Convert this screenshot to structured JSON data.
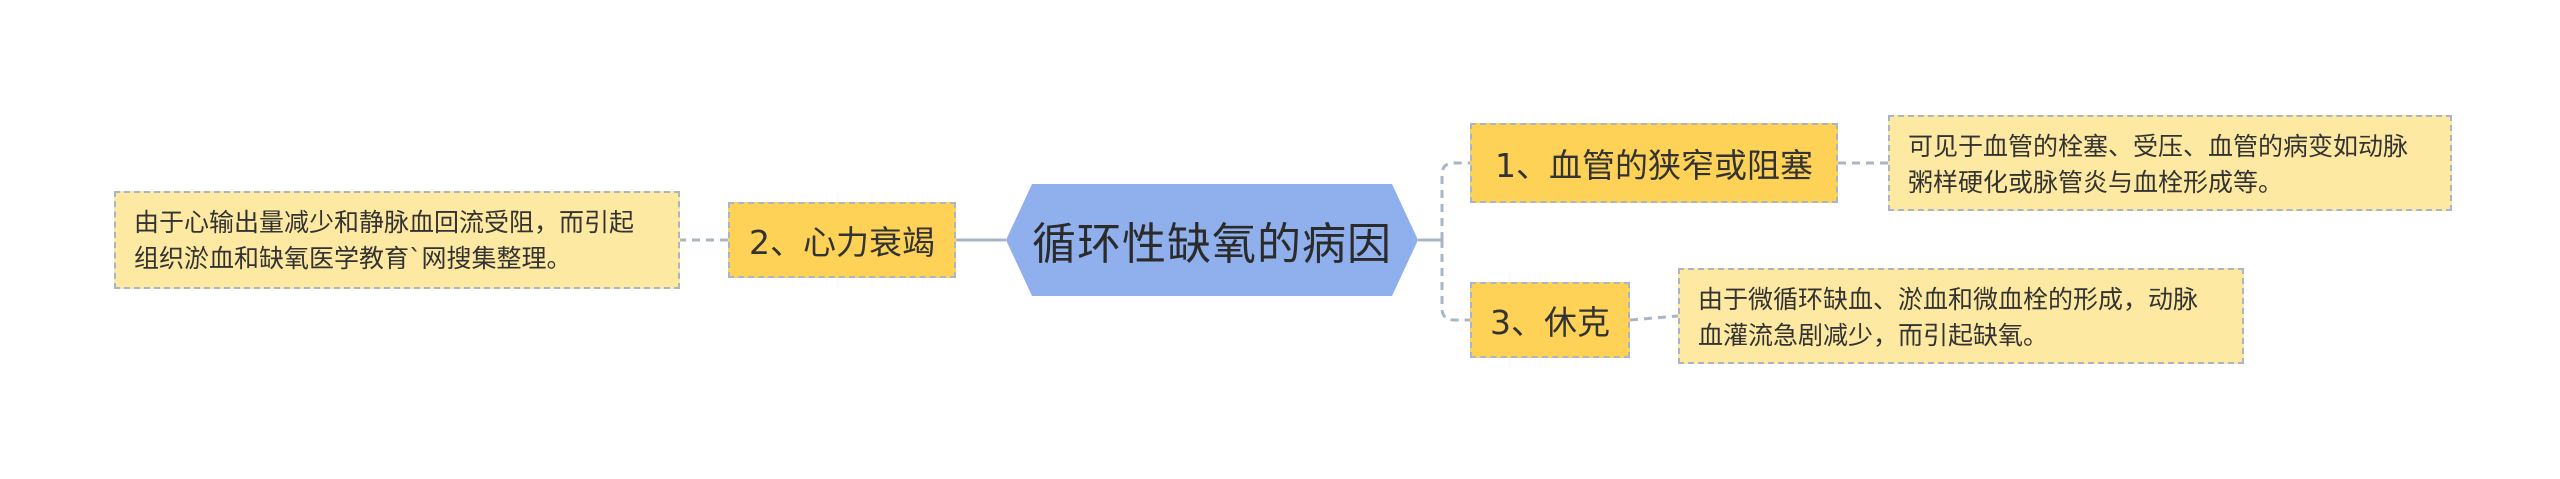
{
  "diagram": {
    "root": {
      "text": "循环性缺氧的病因"
    },
    "branches": [
      {
        "id": "b1",
        "label": "1、血管的狭窄或阻塞",
        "detail_lines": [
          "可见于血管的栓塞、受压、血管的病变如动脉",
          "粥样硬化或脉管炎与血栓形成等。"
        ]
      },
      {
        "id": "b2",
        "label": "2、心力衰竭",
        "detail_lines": [
          "由于心输出量减少和静脉血回流受阻，而引起",
          "组织淤血和缺氧医学教育`网搜集整理。"
        ]
      },
      {
        "id": "b3",
        "label": "3、休克",
        "detail_lines": [
          "由于微循环缺血、淤血和微血栓的形成，动脉",
          "血灌流急剧减少，而引起缺氧。"
        ]
      }
    ],
    "colors": {
      "root_fill": "#8fb0ec",
      "branch_fill": "#fdd256",
      "leaf_fill": "#fde9a2",
      "connector": "#a9b6c6"
    }
  }
}
